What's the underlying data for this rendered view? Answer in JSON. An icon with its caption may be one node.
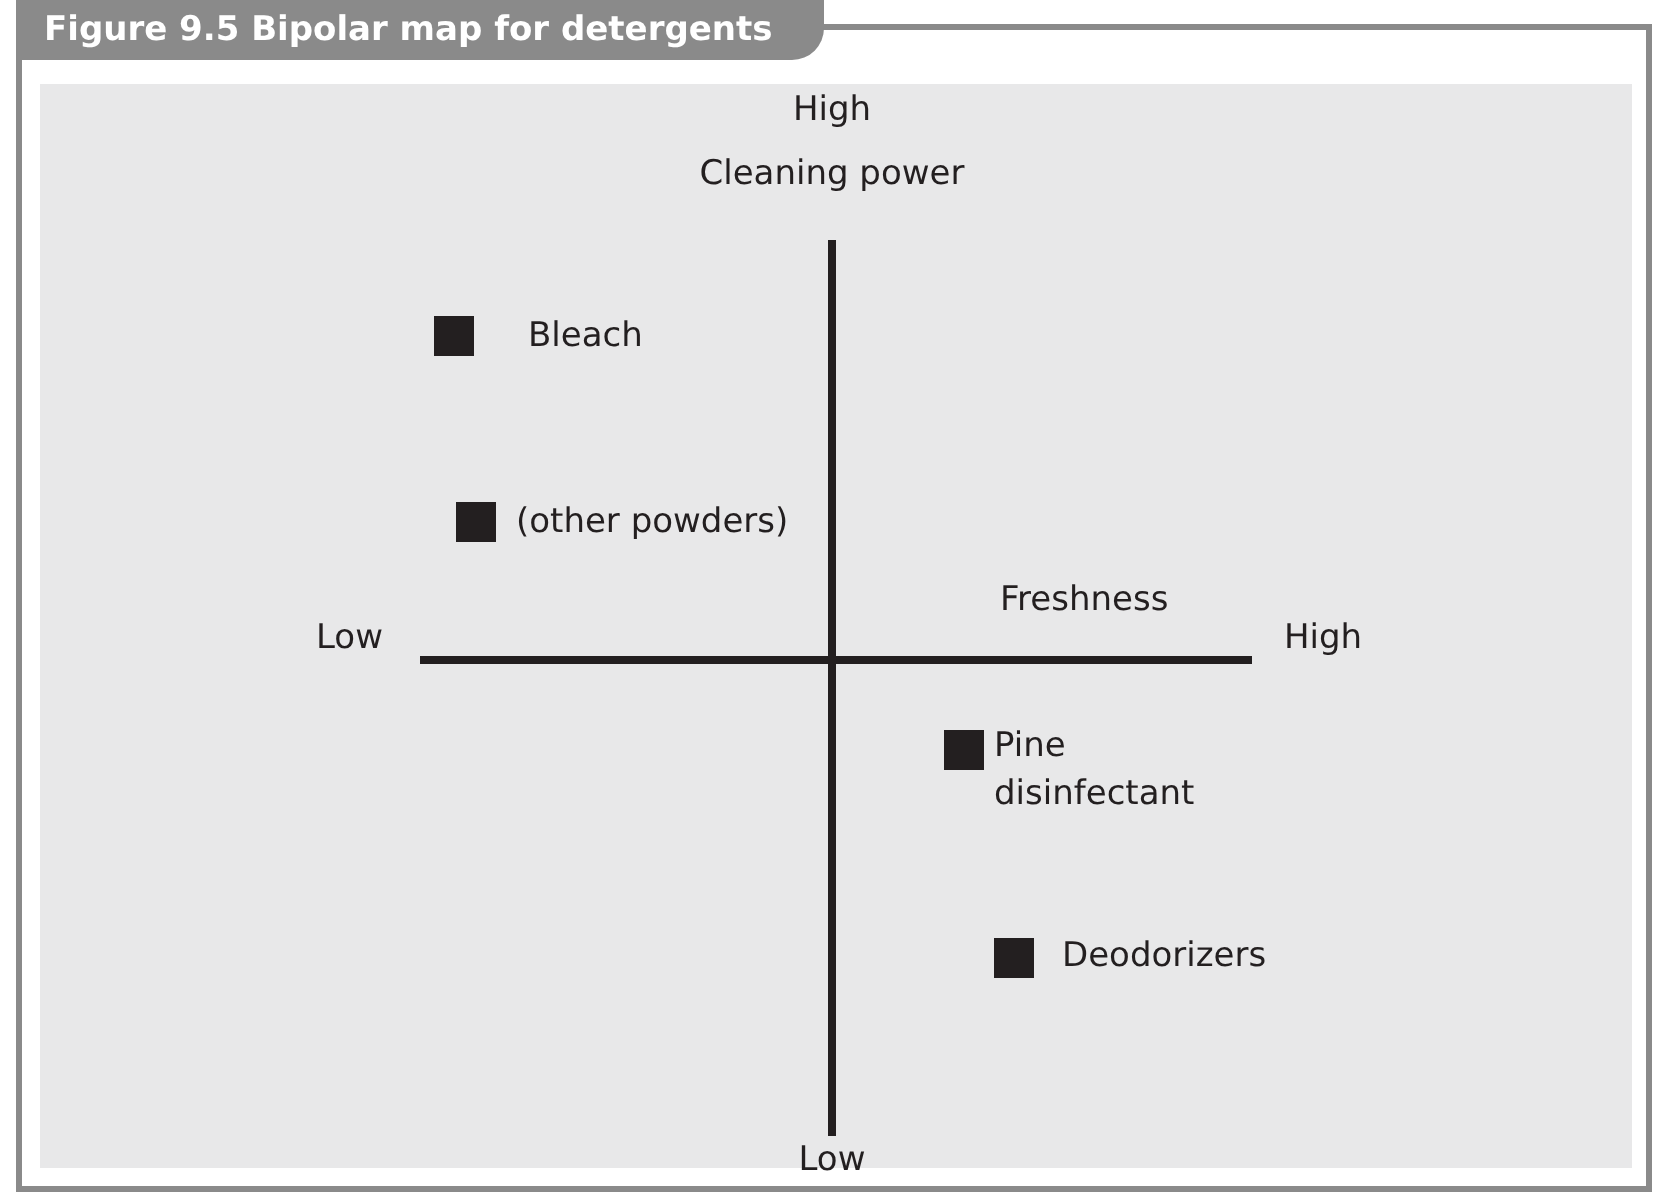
{
  "diagram": {
    "title": "Figure 9.5 Bipolar map for detergents",
    "nodes": [
      {
        "text": [],
        "shape": "box",
        "beside": [
          "Bleach"
        ]
      },
      {
        "text": [],
        "shape": "box",
        "beside": [
          "(other powders)"
        ]
      },
      {
        "text": [],
        "shape": "box",
        "beside": [
          "Pine disinfectant"
        ]
      },
      {
        "text": [],
        "shape": "box",
        "beside": [
          "Deodorizers"
        ]
      }
    ],
    "labels": [
      "High",
      "Cleaning power",
      "Low",
      "Freshness",
      "High",
      "Low"
    ]
  }
}
